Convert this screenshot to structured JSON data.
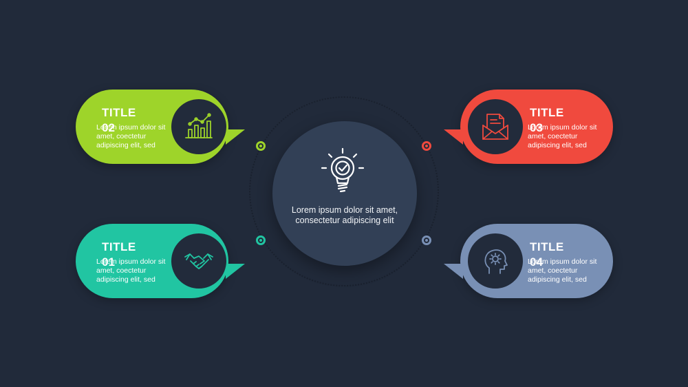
{
  "center": {
    "text": "Lorem ipsum dolor sit amet, consectetur adipiscing elit",
    "icon": "lightbulb-check-icon"
  },
  "items": [
    {
      "id": "top-left",
      "number": "02",
      "title": "TITLE",
      "text": "Lorem ipsum dolor sit amet, coectetur adipiscing elit, sed",
      "color": "#9ed42a",
      "icon": "bar-chart-icon"
    },
    {
      "id": "bottom-left",
      "number": "01",
      "title": "TITLE",
      "text": "Lorem ipsum dolor sit amet, coectetur adipiscing elit, sed",
      "color": "#21c5a2",
      "icon": "handshake-icon"
    },
    {
      "id": "top-right",
      "number": "03",
      "title": "TITLE",
      "text": "Lorem ipsum dolor sit amet, coectetur adipiscing elit, sed",
      "color": "#f04a3e",
      "icon": "envelope-document-icon"
    },
    {
      "id": "bottom-right",
      "number": "04",
      "title": "TITLE",
      "text": "Lorem ipsum dolor sit amet, coectetur adipiscing elit, sed",
      "color": "#7990b5",
      "icon": "head-gear-icon"
    }
  ]
}
